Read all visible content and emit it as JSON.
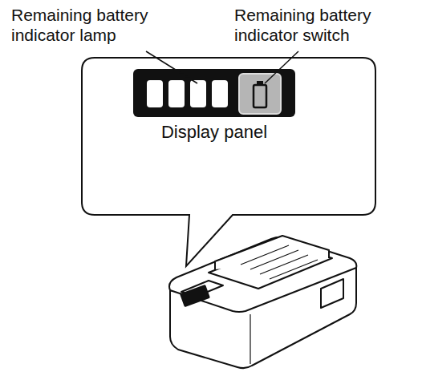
{
  "diagram": {
    "nodes": [
      {
        "text": [
          "Display panel"
        ]
      }
    ],
    "labels": [
      "Remaining battery indicator lamp",
      "Remaining battery indicator switch"
    ]
  }
}
